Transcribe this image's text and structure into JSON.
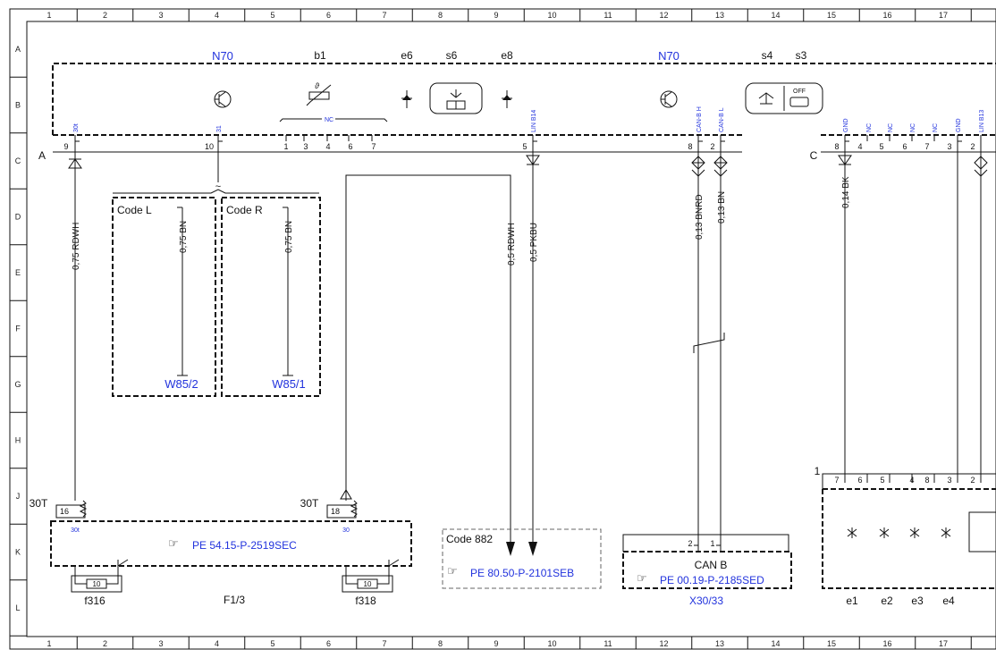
{
  "grid": {
    "columns": [
      "1",
      "2",
      "3",
      "4",
      "5",
      "6",
      "7",
      "8",
      "9",
      "10",
      "11",
      "12",
      "13",
      "14",
      "15",
      "16",
      "17"
    ],
    "rows": [
      "A",
      "B",
      "C",
      "D",
      "E",
      "F",
      "G",
      "H",
      "J",
      "K",
      "L"
    ]
  },
  "components": {
    "n70_left": "N70",
    "n70_right": "N70",
    "b1": "b1",
    "e6": "e6",
    "s6": "s6",
    "e8": "e8",
    "s4": "s4",
    "s3": "s3",
    "off_label": "OFF",
    "connector_a": "A",
    "connector_c": "C",
    "connector_1": "1",
    "code_l": "Code L",
    "code_r": "Code R",
    "w85_2": "W85/2",
    "w85_1": "W85/1",
    "code_882": "Code 882",
    "can_b": "CAN B",
    "x30_33": "X30/33",
    "f1_3": "F1/3",
    "f316": "f316",
    "f318": "f318",
    "t30_left": "30T",
    "t30_right": "30T",
    "e1": "e1",
    "e2": "e2",
    "e3": "e3",
    "e4": "e4"
  },
  "references": {
    "pe_54": "PE 54.15-P-2519SEC",
    "pe_80": "PE 80.50-P-2101SEB",
    "pe_00": "PE 00.19-P-2185SED"
  },
  "pin_labels": {
    "p30t": "30t",
    "p31": "31",
    "nc": "NC",
    "lin_b14": "LIN B14",
    "can_b_h": "CAN-B H",
    "can_b_l": "CAN-B L",
    "gnd": "GND",
    "lin_b13": "LIN B13",
    "f_30t": "30t",
    "f_30": "30"
  },
  "pins": {
    "a9": "9",
    "a10": "10",
    "a1": "1",
    "a3": "3",
    "a4": "4",
    "a6": "6",
    "a7": "7",
    "a5": "5",
    "a8": "8",
    "a2": "2",
    "c8": "8",
    "c4": "4",
    "c5": "5",
    "c6": "6",
    "c7": "7",
    "c3": "3",
    "c2": "2",
    "k7": "7",
    "k6": "6",
    "k5": "5",
    "k4": "4",
    "k8": "8",
    "k3": "3",
    "k2": "2",
    "f16": "16",
    "f18": "18",
    "fuse10a": "10",
    "fuse10b": "10",
    "x2": "2",
    "x1": "1"
  },
  "wires": {
    "w_rdwh_075": "0,75 RDWH",
    "w_bn_075_l": "0,75 BN",
    "w_bn_075_r": "0,75 BN",
    "w_rdwh_05": "0,5 RDWH",
    "w_pkbu_05": "0,5 PKBU",
    "w_bnrd_013": "0,13 BNRD",
    "w_bn_013": "0,13 BN",
    "w_bk_014": "0,14 BK"
  }
}
